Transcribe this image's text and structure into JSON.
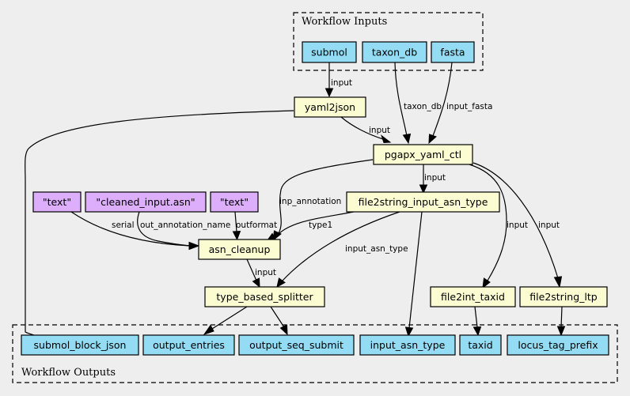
{
  "clusters": {
    "inputs": {
      "label": "Workflow Inputs"
    },
    "outputs": {
      "label": "Workflow Outputs"
    }
  },
  "inputs": [
    "submol",
    "taxon_db",
    "fasta"
  ],
  "steps": {
    "yaml2json": "yaml2json",
    "pgapx_yaml_ctl": "pgapx_yaml_ctl",
    "file2string_input_asn_type": "file2string_input_asn_type",
    "asn_cleanup": "asn_cleanup",
    "type_based_splitter": "type_based_splitter",
    "file2int_taxid": "file2int_taxid",
    "file2string_ltp": "file2string_ltp"
  },
  "constants": [
    "\"text\"",
    "\"cleaned_input.asn\"",
    "\"text\""
  ],
  "outputs": [
    "submol_block_json",
    "output_entries",
    "output_seq_submit",
    "input_asn_type",
    "taxid",
    "locus_tag_prefix"
  ],
  "edge_labels": {
    "submol_yaml2json": "input",
    "taxon_db": "taxon_db",
    "input_fasta": "input_fasta",
    "yaml2json_pgapx": "input",
    "pgapx_file2string": "input",
    "inp_annotation": "inp_annotation",
    "serial": "serial",
    "out_annotation_name": "out_annotation_name",
    "outformat": "outformat",
    "type1": "type1",
    "input_asn_type": "input_asn_type",
    "asn_cleanup_splitter": "input",
    "pgapx_taxid": "input",
    "pgapx_ltp": "input"
  },
  "colors": {
    "io_fill": "#94dcf4",
    "step_fill": "#fcfcd2",
    "const_fill": "#dcaefc",
    "background": "#eeeeee"
  }
}
